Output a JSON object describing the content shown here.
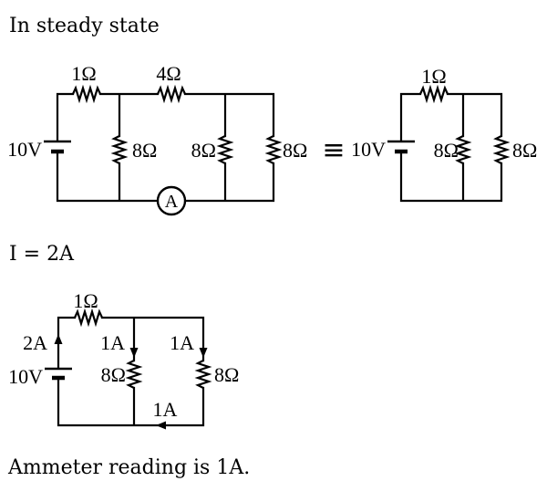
{
  "colors": {
    "background": "#ffffff",
    "ink": "#000000"
  },
  "texts": {
    "heading": "In steady state",
    "current_equation": "I = 2A",
    "conclusion": "Ammeter reading is 1A.",
    "equivalence_symbol": "≡"
  },
  "circuit_original": {
    "resistor_series_1": "1Ω",
    "resistor_series_2": "4Ω",
    "battery_voltage": "10V",
    "resistor_parallel_1": "8Ω",
    "resistor_parallel_2": "8Ω",
    "resistor_parallel_3": "8Ω",
    "ammeter_label": "A"
  },
  "circuit_equivalent": {
    "resistor_series": "1Ω",
    "battery_voltage": "10V",
    "resistor_parallel_1": "8Ω",
    "resistor_parallel_2": "8Ω"
  },
  "circuit_currents": {
    "resistor_series": "1Ω",
    "battery_voltage": "10V",
    "total_current": "2A",
    "branch1_current": "1A",
    "branch2_current": "1A",
    "resistor_parallel_1": "8Ω",
    "resistor_parallel_2": "8Ω",
    "return_current": "1A"
  }
}
